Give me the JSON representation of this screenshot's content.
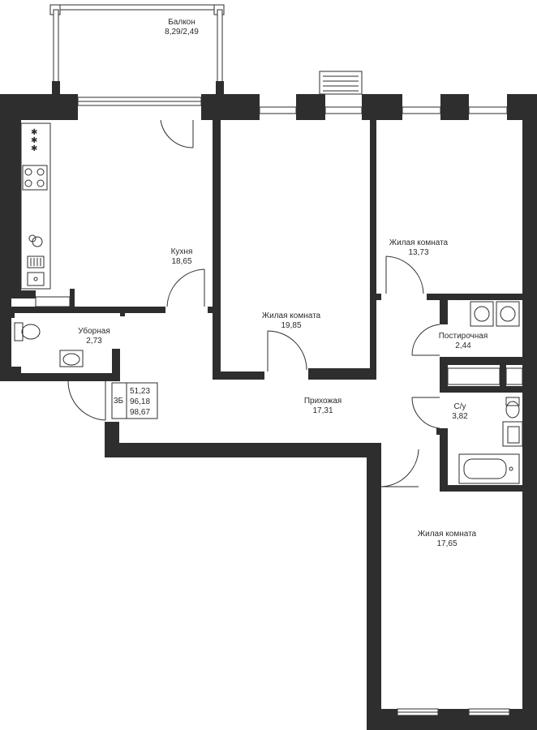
{
  "rooms": {
    "balcony": {
      "name": "Балкон",
      "area": "8,29/2,49"
    },
    "kitchen": {
      "name": "Кухня",
      "area": "18,65"
    },
    "toilet": {
      "name": "Уборная",
      "area": "2,73"
    },
    "living1": {
      "name": "Жилая комната",
      "area": "19,85"
    },
    "living2": {
      "name": "Жилая комната",
      "area": "13,73"
    },
    "laundry": {
      "name": "Постирочная",
      "area": "2,44"
    },
    "hall": {
      "name": "Прихожая",
      "area": "17,31"
    },
    "bathroom": {
      "name": "С/у",
      "area": "3,82"
    },
    "living3": {
      "name": "Жилая комната",
      "area": "17,65"
    }
  },
  "summary": {
    "type": "3Б",
    "living_area": "51,23",
    "total_area": "96,18",
    "total_with_balcony": "98,67"
  },
  "colors": {
    "wall": "#2e2e2e",
    "background": "#ffffff",
    "text": "#2b2b2b"
  }
}
